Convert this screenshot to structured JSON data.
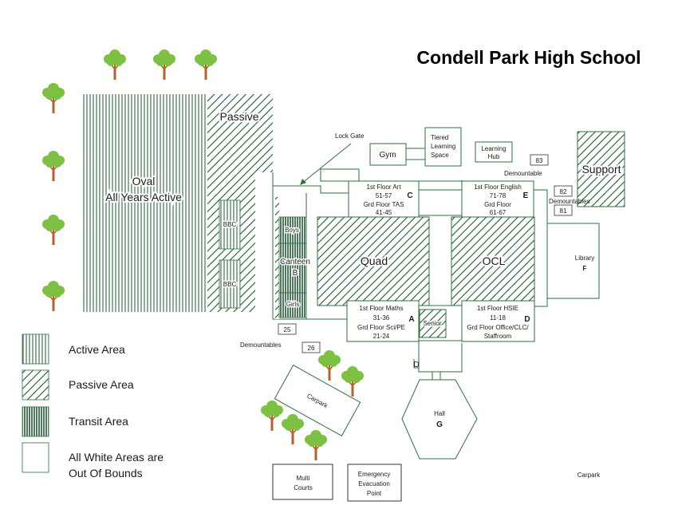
{
  "title": "Condell Park High School",
  "colors": {
    "stripe": "#1f5a33",
    "outline": "#2e6e3e",
    "tree_foliage": "#7cc142",
    "tree_trunk": "#b5622a"
  },
  "zones": {
    "oval": [
      "Oval",
      "All Years Active"
    ],
    "passive_top": "Passive",
    "bbc_1": "BBC",
    "bbc_2": "BBC",
    "boys": "Boys",
    "canteen": [
      "Canteen",
      "B"
    ],
    "girls": "Girls",
    "quad": "Quad",
    "ocl": "OCL",
    "support": "Support",
    "senior": "Senior"
  },
  "buildings": {
    "lock_gate": "Lock Gate",
    "gym": "Gym",
    "tiered": [
      "Tiered",
      "Learning",
      "Space"
    ],
    "learning_hub": [
      "Learning",
      "Hub"
    ],
    "block_c": {
      "floor1": "1st Floor Art",
      "rooms1": "51-57",
      "letter": "C",
      "floor0": "Grd Floor TAS",
      "rooms0": "41-45"
    },
    "block_e": {
      "floor1": "1st Floor English",
      "rooms1": "71-78",
      "letter": "E",
      "floor0": "Grd Floor",
      "rooms0": "61-67"
    },
    "block_a": {
      "floor1": "1st Floor Maths",
      "rooms1": "31-36",
      "letter": "A",
      "floor0": "Grd Floor Sci/PE",
      "rooms0": "21-24"
    },
    "block_d": {
      "floor1": "1st Floor HSIE",
      "rooms1": "11-18",
      "letter": "D",
      "floor0": "Grd Floor Office/CLC/",
      "rooms0": "Staffroom"
    },
    "library": [
      "Library",
      "F"
    ],
    "hall": [
      "Hall",
      "G"
    ],
    "carpark_1": "Carpark",
    "carpark_2": "Carpark",
    "multi_courts": [
      "Multi",
      "Courts"
    ],
    "evac": [
      "Emergency",
      "Evacuation",
      "Point"
    ],
    "d_marker": "D"
  },
  "demountables": {
    "label_top": "Demountable",
    "label_right": "Demountables",
    "label_left": "Demountables",
    "d83": "83",
    "d82": "82",
    "d81": "81",
    "d25": "25",
    "d26": "26"
  },
  "legend": {
    "active": "Active Area",
    "passive": "Passive Area",
    "transit": "Transit Area",
    "white": [
      "All White Areas are",
      "Out Of Bounds"
    ]
  }
}
